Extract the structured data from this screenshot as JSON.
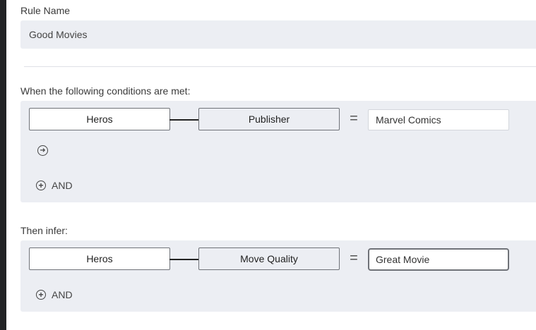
{
  "rule_name": {
    "label": "Rule Name",
    "value": "Good Movies"
  },
  "conditions": {
    "label": "When the following conditions are met:",
    "row": {
      "entity": "Heros",
      "property": "Publisher",
      "operator": "=",
      "value": "Marvel Comics"
    },
    "add_label": "AND"
  },
  "infer": {
    "label": "Then infer:",
    "row": {
      "entity": "Heros",
      "property": "Move Quality",
      "operator": "=",
      "value": "Great Movie"
    },
    "add_label": "AND"
  }
}
